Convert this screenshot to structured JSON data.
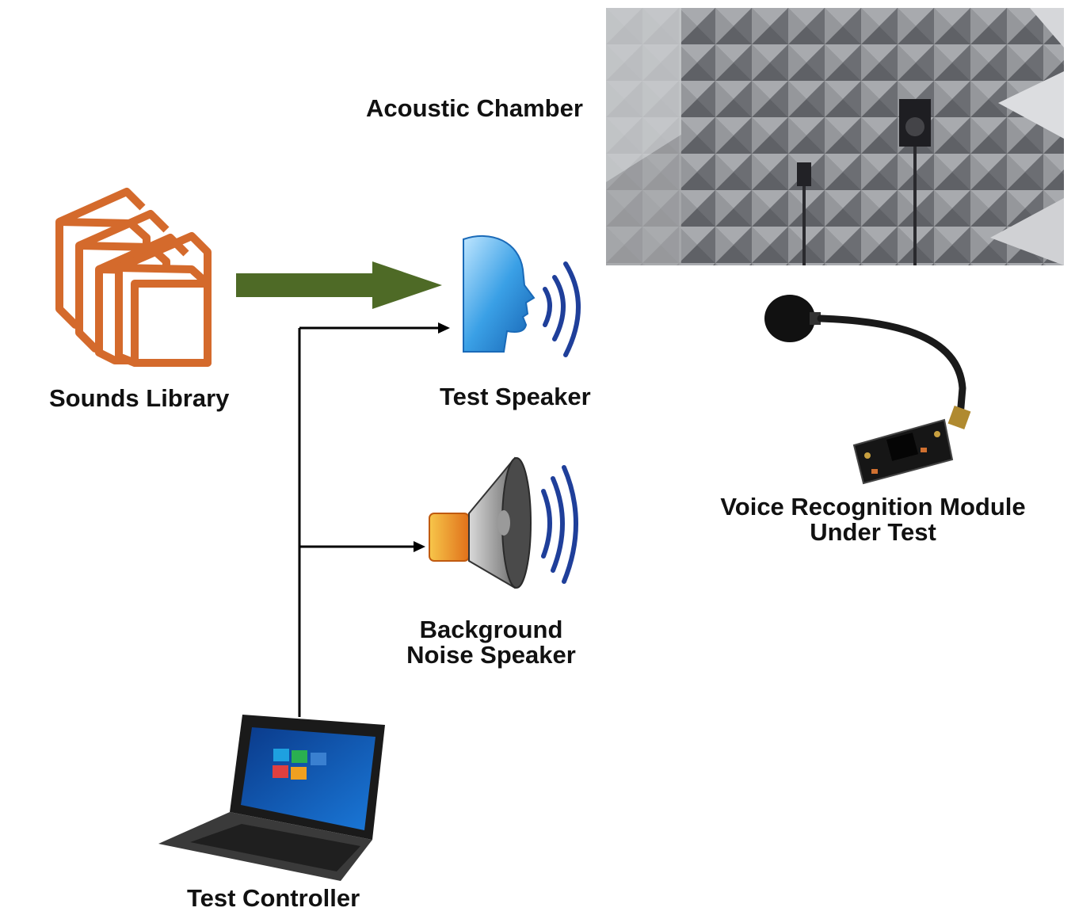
{
  "labels": {
    "acoustic_chamber": "Acoustic  Chamber",
    "sounds_library": "Sounds Library",
    "test_speaker": "Test Speaker",
    "background_line1": "Background",
    "background_line2": "Noise Speaker",
    "vrm_line1": "Voice Recognition Module",
    "vrm_line2": "Under Test",
    "test_controller": "Test Controller"
  },
  "colors": {
    "books": "#d46a2c",
    "flow_arrow": "#4e6a26",
    "connector": "#000000",
    "speaker_head": "#2f8fd8",
    "sound_waves": "#1f3f9a",
    "chamber_foam": "#8e9094",
    "horn_orange": "#f0a020"
  },
  "icons": {
    "books": "books-icon",
    "head_speaker": "speaking-head-icon",
    "loudspeaker": "loudspeaker-icon",
    "microphone_module": "microphone-module-icon",
    "laptop": "laptop-icon",
    "chamber_photo": "anechoic-chamber-photo"
  }
}
